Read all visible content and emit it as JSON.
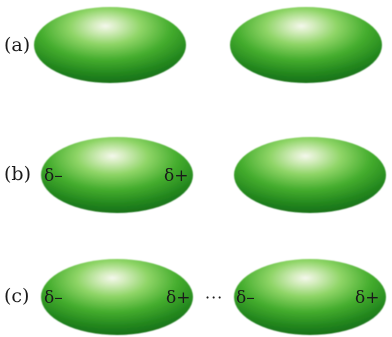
{
  "panels": [
    {
      "label": "(a)",
      "molecules": [
        {
          "left_charge": "",
          "right_charge": ""
        },
        {
          "left_charge": "",
          "right_charge": ""
        }
      ],
      "connector": ""
    },
    {
      "label": "(b)",
      "molecules": [
        {
          "left_charge": "δ–",
          "right_charge": "δ+"
        },
        {
          "left_charge": "",
          "right_charge": ""
        }
      ],
      "connector": ""
    },
    {
      "label": "(c)",
      "molecules": [
        {
          "left_charge": "δ–",
          "right_charge": "δ+"
        },
        {
          "left_charge": "δ–",
          "right_charge": "δ+"
        }
      ],
      "connector": "···"
    }
  ],
  "colors": {
    "highlight": "#f2f7ea",
    "light_green": "#86d25e",
    "mid_green": "#3ea82a",
    "dark_green": "#1c7d1a",
    "rim_green": "#0f5f12"
  }
}
